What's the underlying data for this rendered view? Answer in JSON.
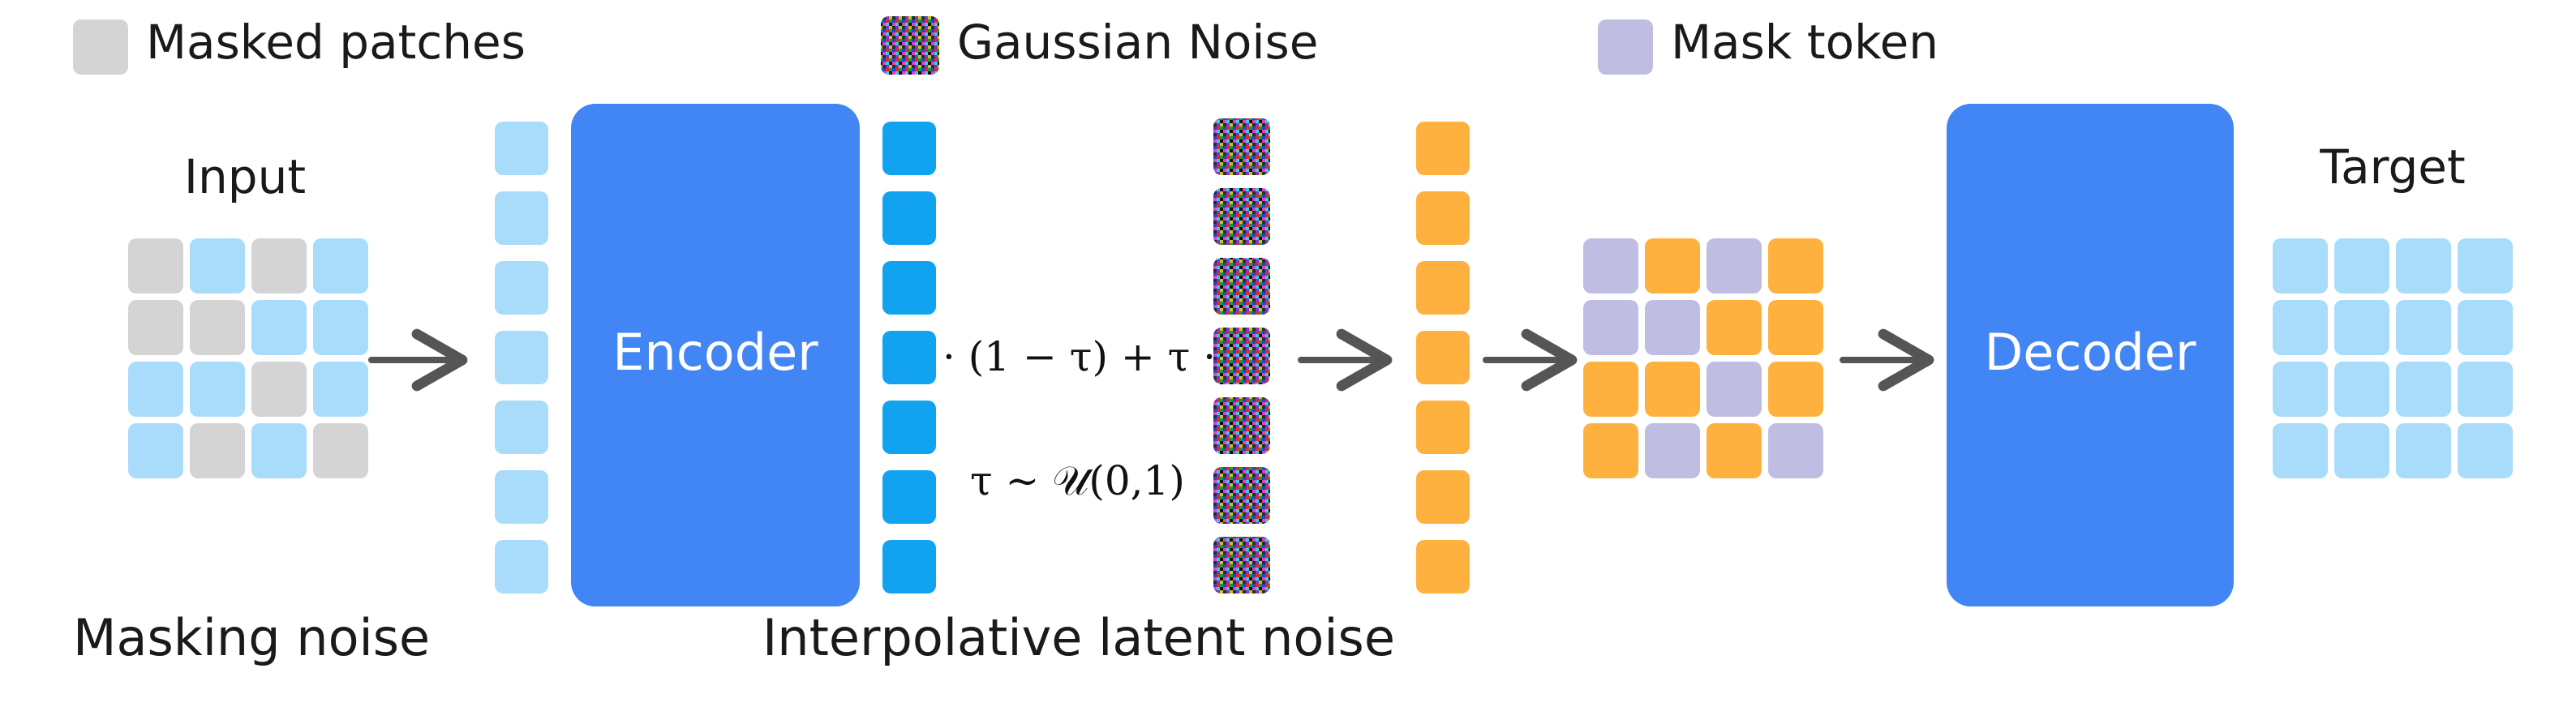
{
  "legend": {
    "masked_patches": "Masked patches",
    "gaussian_noise": "Gaussian Noise",
    "mask_token": "Mask token"
  },
  "labels": {
    "input": "Input",
    "target": "Target",
    "encoder": "Encoder",
    "decoder": "Decoder",
    "masking_noise": "Masking noise",
    "interpolative_latent_noise": "Interpolative latent noise"
  },
  "formula": {
    "interpolation": "· (1 − τ) + τ ·",
    "tau_distribution": "τ ∼ 𝒰(0,1)"
  },
  "colors": {
    "masked": "#d4d4d4",
    "visible_patch": "#a8dcfa",
    "encoder_token": "#12a3f0",
    "noised_token": "#ffb140",
    "mask_token": "#c0bde2",
    "block": "#4285f4",
    "arrow": "#555555"
  },
  "input_grid": [
    [
      "masked",
      "visible",
      "masked",
      "visible"
    ],
    [
      "masked",
      "masked",
      "visible",
      "visible"
    ],
    [
      "visible",
      "visible",
      "masked",
      "visible"
    ],
    [
      "visible",
      "masked",
      "visible",
      "masked"
    ]
  ],
  "decoder_input_grid": [
    [
      "mask",
      "latent",
      "mask",
      "latent"
    ],
    [
      "mask",
      "mask",
      "latent",
      "latent"
    ],
    [
      "latent",
      "latent",
      "mask",
      "latent"
    ],
    [
      "latent",
      "mask",
      "latent",
      "mask"
    ]
  ]
}
